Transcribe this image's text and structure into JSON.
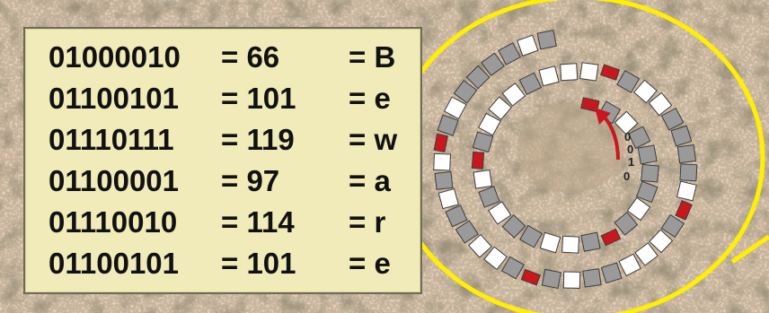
{
  "rows": [
    {
      "binary": "01000010",
      "decimal": "= 66",
      "char": "= B"
    },
    {
      "binary": "01100101",
      "decimal": "= 101",
      "char": "= e"
    },
    {
      "binary": "01110111",
      "decimal": "= 119",
      "char": "= w"
    },
    {
      "binary": "01100001",
      "decimal": "= 97",
      "char": "= a"
    },
    {
      "binary": "01110010",
      "decimal": "= 114",
      "char": "= r"
    },
    {
      "binary": "01100101",
      "decimal": "= 101",
      "char": "= e"
    }
  ],
  "spiral_digits": [
    "0",
    "0",
    "1",
    "0"
  ],
  "colors": {
    "panel_bg": "#f1ebb9",
    "highlight_circle": "#ffef00",
    "start_block": "#c8181e",
    "arrow": "#c8181e",
    "white_block": "#ffffff",
    "grey_block": "#9a9a9a",
    "ground": "#c9b49a"
  }
}
